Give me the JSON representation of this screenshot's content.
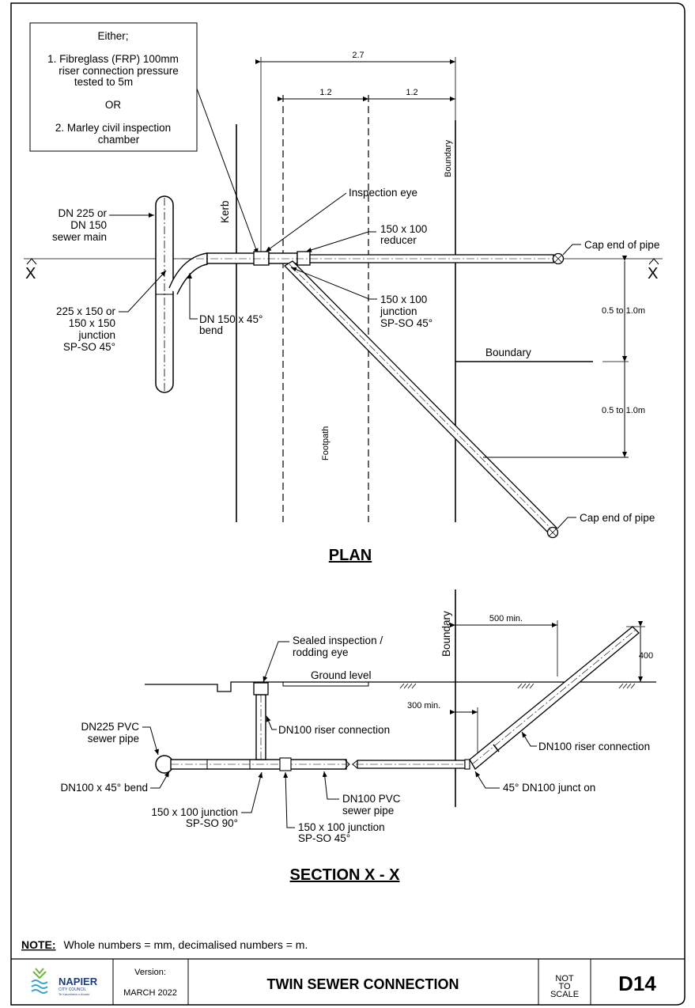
{
  "note_box": {
    "line1": "Either;",
    "line2": "1. Fibreglass (FRP) 100mm",
    "line3": "riser connection pressure",
    "line4": "tested to 5m",
    "line5": "OR",
    "line6": "2. Marley civil inspection",
    "line7": "chamber"
  },
  "plan": {
    "title": "PLAN",
    "dim_total": "2.7",
    "dim_a": "1.2",
    "dim_b": "1.2",
    "dim_c": "0.5 to 1.0m",
    "dim_d": "0.5 to 1.0m",
    "boundary_vertical": "Boundary",
    "boundary_horizontal": "Boundary",
    "kerb": "Kerb",
    "footpath": "Footpath",
    "section_mark_left": "X",
    "section_mark_right": "X",
    "inspection_eye": "Inspection eye",
    "reducer_1": "150 x 100",
    "reducer_2": "reducer",
    "cap_end_1": "Cap end of pipe",
    "cap_end_2": "Cap end of pipe",
    "main_1": "DN 225 or",
    "main_2": "DN 150",
    "main_3": "sewer main",
    "junction_left_1": "225 x 150 or",
    "junction_left_2": "150 x 150",
    "junction_left_3": "junction",
    "junction_left_4": "SP-SO 45°",
    "bend_1": "DN 150 x 45°",
    "bend_2": "bend",
    "junction_right_1": "150 x 100",
    "junction_right_2": "junction",
    "junction_right_3": "SP-SO 45°"
  },
  "section": {
    "title": "SECTION X - X",
    "boundary": "Boundary",
    "dim_500": "500 min.",
    "dim_400": "400",
    "dim_300": "300 min.",
    "sealed_1": "Sealed inspection /",
    "sealed_2": "rodding eye",
    "ground_level": "Ground level",
    "riser_1": "DN100 riser connection",
    "riser_2": "DN100 riser connection",
    "pvc_pipe_1": "DN225 PVC",
    "pvc_pipe_2": "sewer pipe",
    "bend": "DN100 x 45° bend",
    "junction_90_1": "150 x 100 junction",
    "junction_90_2": "SP-SO 90°",
    "junction_45_1": "150 x 100 junction",
    "junction_45_2": "SP-SO 45°",
    "dn100_pvc_1": "DN100 PVC",
    "dn100_pvc_2": "sewer pipe",
    "junction_45_dn100": "45° DN100 junct on"
  },
  "note": {
    "label": "NOTE:",
    "text": "Whole numbers = mm, decimalised numbers = m."
  },
  "title_block": {
    "logo_name": "NAPIER",
    "logo_sub": "CITY COUNCIL",
    "logo_tag": "Te Kaunihera o Ahuriri",
    "version_label": "Version:",
    "version_value": "MARCH 2022",
    "drawing_title": "TWIN SEWER CONNECTION",
    "scale_1": "NOT",
    "scale_2": "TO",
    "scale_3": "SCALE",
    "drawing_number": "D14"
  },
  "colors": {
    "line": "#000000",
    "logo_blue": "#1f3d7a",
    "logo_green": "#6fb43f",
    "logo_teal": "#3aa5c9"
  }
}
